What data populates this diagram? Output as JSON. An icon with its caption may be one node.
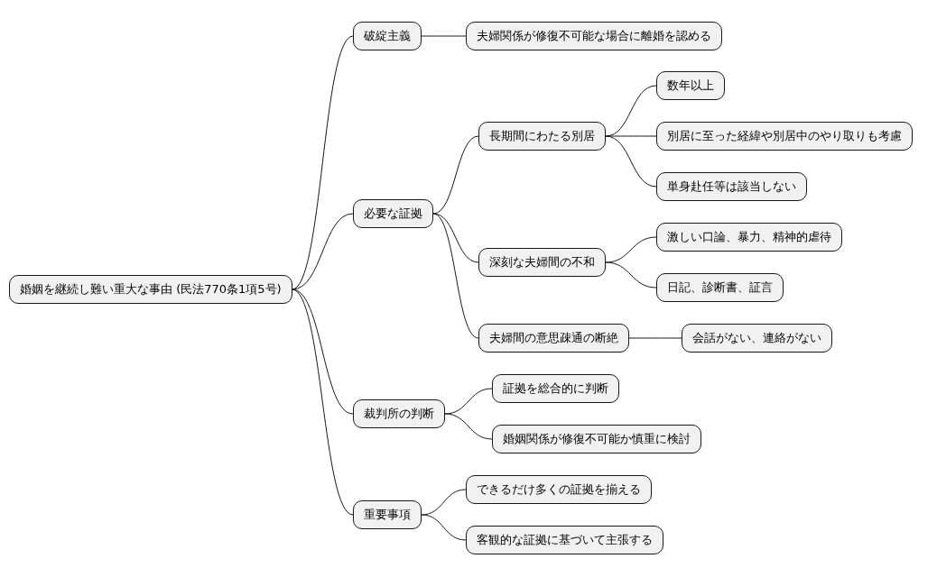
{
  "diagram": {
    "nodes": [
      {
        "text": [
          "婚姻を継続し難い重大な事由 (民法770条1項5号)"
        ]
      },
      {
        "text": [
          "破綻主義"
        ]
      },
      {
        "text": [
          "夫婦関係が修復不可能な場合に離婚を認める"
        ]
      },
      {
        "text": [
          "必要な証拠"
        ]
      },
      {
        "text": [
          "長期間にわたる別居"
        ]
      },
      {
        "text": [
          "数年以上"
        ]
      },
      {
        "text": [
          "別居に至った経緯や別居中のやり取りも考慮"
        ]
      },
      {
        "text": [
          "単身赴任等は該当しない"
        ]
      },
      {
        "text": [
          "深刻な夫婦間の不和"
        ]
      },
      {
        "text": [
          "激しい口論、暴力、精神的虐待"
        ]
      },
      {
        "text": [
          "日記、診断書、証言"
        ]
      },
      {
        "text": [
          "夫婦間の意思疎通の断絶"
        ]
      },
      {
        "text": [
          "会話がない、連絡がない"
        ]
      },
      {
        "text": [
          "裁判所の判断"
        ]
      },
      {
        "text": [
          "証拠を総合的に判断"
        ]
      },
      {
        "text": [
          "婚姻関係が修復不可能か慎重に検討"
        ]
      },
      {
        "text": [
          "重要事項"
        ]
      },
      {
        "text": [
          "できるだけ多くの証拠を揃える"
        ]
      },
      {
        "text": [
          "客観的な証拠に基づいて主張する"
        ]
      }
    ],
    "edges": [
      {
        "from": 0,
        "to": 1,
        "arrow": "none"
      },
      {
        "from": 1,
        "to": 2,
        "arrow": "none"
      },
      {
        "from": 0,
        "to": 3,
        "arrow": "none"
      },
      {
        "from": 3,
        "to": 4,
        "arrow": "none"
      },
      {
        "from": 4,
        "to": 5,
        "arrow": "none"
      },
      {
        "from": 4,
        "to": 6,
        "arrow": "none"
      },
      {
        "from": 4,
        "to": 7,
        "arrow": "none"
      },
      {
        "from": 3,
        "to": 8,
        "arrow": "none"
      },
      {
        "from": 8,
        "to": 9,
        "arrow": "none"
      },
      {
        "from": 8,
        "to": 10,
        "arrow": "none"
      },
      {
        "from": 3,
        "to": 11,
        "arrow": "none"
      },
      {
        "from": 11,
        "to": 12,
        "arrow": "none"
      },
      {
        "from": 0,
        "to": 13,
        "arrow": "none"
      },
      {
        "from": 13,
        "to": 14,
        "arrow": "none"
      },
      {
        "from": 13,
        "to": 15,
        "arrow": "none"
      },
      {
        "from": 0,
        "to": 16,
        "arrow": "none"
      },
      {
        "from": 16,
        "to": 17,
        "arrow": "none"
      },
      {
        "from": 16,
        "to": 18,
        "arrow": "none"
      }
    ]
  }
}
